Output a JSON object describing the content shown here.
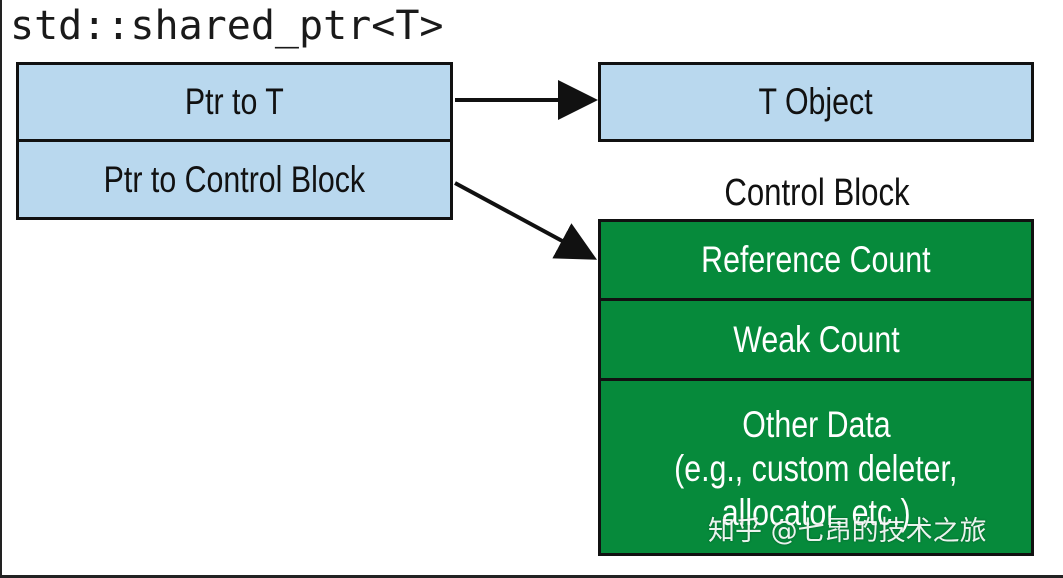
{
  "title": "std::shared_ptr<T>",
  "shared_ptr_fields": {
    "ptr_to_t": "Ptr to T",
    "ptr_to_control_block": "Ptr to Control Block"
  },
  "t_object": {
    "label": "T Object"
  },
  "control_block": {
    "heading": "Control Block",
    "reference_count": "Reference Count",
    "weak_count": "Weak Count",
    "other_data": {
      "line1": "Other Data",
      "line2": "(e.g., custom deleter,",
      "line3": "allocator, etc.)"
    }
  },
  "watermark": "知乎 @七昂的技术之旅",
  "colors": {
    "blue_box": "#b9d8ee",
    "green_box": "#068a3b",
    "border": "#111111"
  }
}
